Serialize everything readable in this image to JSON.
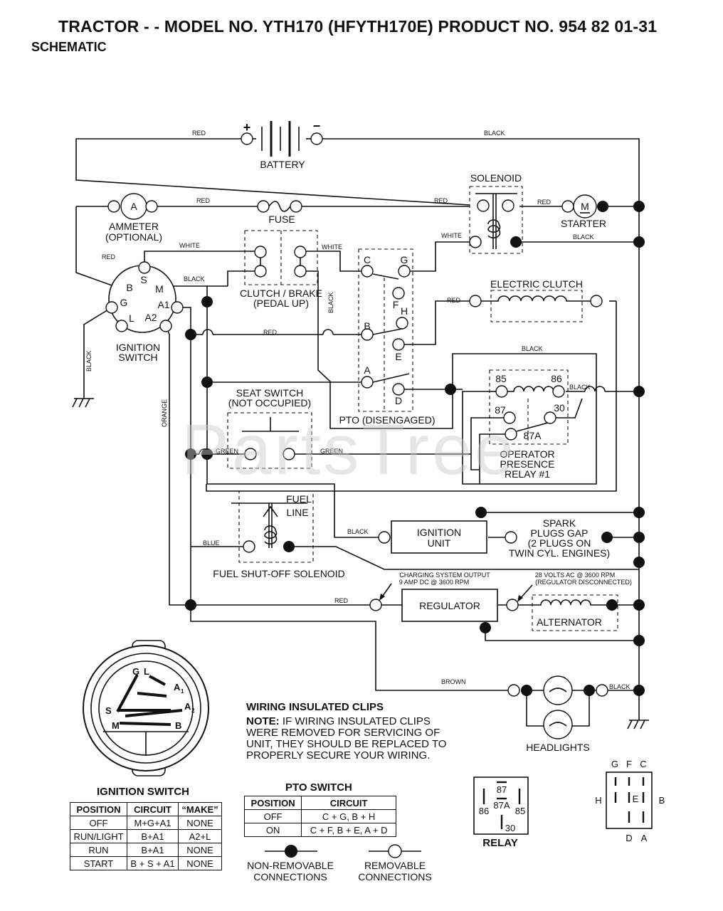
{
  "header": {
    "title": "TRACTOR - - MODEL NO. YTH170 (HFYTH170E) PRODUCT NO. 954 82 01-31",
    "subtitle": "SCHEMATIC"
  },
  "watermark": "PartsTree",
  "components": {
    "battery": "BATTERY",
    "battery_pos": "+",
    "battery_neg": "−",
    "solenoid": "SOLENOID",
    "ammeter_1": "AMMETER",
    "ammeter_2": "(OPTIONAL)",
    "ammeter_letter": "A",
    "fuse": "FUSE",
    "starter": "STARTER",
    "starter_letter": "M",
    "clutch_brake_1": "CLUTCH / BRAKE",
    "clutch_brake_2": "(PEDAL UP)",
    "electric_clutch": "ELECTRIC CLUTCH",
    "ignition_switch_1": "IGNITION",
    "ignition_switch_2": "SWITCH",
    "seat_switch_1": "SEAT SWITCH",
    "seat_switch_2": "(NOT OCCUPIED)",
    "pto": "PTO (DISENGAGED)",
    "relay_1": "OPERATOR",
    "relay_2": "PRESENCE",
    "relay_3": "RELAY #1",
    "fuel_1": "FUEL",
    "fuel_2": "LINE",
    "fuel_solenoid": "FUEL SHUT-OFF SOLENOID",
    "ignition_unit_1": "IGNITION",
    "ignition_unit_2": "UNIT",
    "spark_1": "SPARK",
    "spark_2": "PLUGS GAP",
    "spark_3": "(2 PLUGS ON",
    "spark_4": "TWIN CYL. ENGINES)",
    "charging_1": "CHARGING SYSTEM OUTPUT",
    "charging_2": "9 AMP DC @ 3600 RPM",
    "volts_1": "28 VOLTS AC @ 3600 RPM",
    "volts_2": "(REGULATOR DISCONNECTED)",
    "regulator": "REGULATOR",
    "alternator": "ALTERNATOR",
    "headlights": "HEADLIGHTS"
  },
  "terminals": {
    "ign": [
      "S",
      "B",
      "M",
      "G",
      "A1",
      "L",
      "A2"
    ],
    "pto": [
      "C",
      "G",
      "F",
      "H",
      "B",
      "E",
      "A",
      "D"
    ],
    "relay": [
      "85",
      "86",
      "87",
      "30",
      "87A"
    ]
  },
  "wires": {
    "red": "RED",
    "black": "BLACK",
    "white": "WHITE",
    "orange": "ORANGE",
    "green": "GREEN",
    "blue": "BLUE",
    "brown": "BROWN"
  },
  "ignition_switch_face": {
    "caption": "IGNITION SWITCH",
    "letters": [
      "G",
      "L",
      "A",
      "1",
      "S",
      "A",
      "2",
      "M",
      "B"
    ]
  },
  "ignition_table": {
    "headers": [
      "POSITION",
      "CIRCUIT",
      "“MAKE”"
    ],
    "rows": [
      [
        "OFF",
        "M+G+A1",
        "NONE"
      ],
      [
        "RUN/LIGHT",
        "B+A1",
        "A2+L"
      ],
      [
        "RUN",
        "B+A1",
        "NONE"
      ],
      [
        "START",
        "B + S + A1",
        "NONE"
      ]
    ]
  },
  "pto_table": {
    "caption": "PTO SWITCH",
    "headers": [
      "POSITION",
      "CIRCUIT"
    ],
    "rows": [
      [
        "OFF",
        "C + G, B + H"
      ],
      [
        "ON",
        "C + F, B + E, A + D"
      ]
    ]
  },
  "note": {
    "heading": "WIRING INSULATED CLIPS",
    "label": "NOTE:",
    "text": " IF WIRING INSULATED CLIPS WERE REMOVED FOR SERVICING OF UNIT, THEY SHOULD BE REPLACED TO PROPERLY SECURE YOUR WIRING."
  },
  "legend": {
    "non_removable_1": "NON-REMOVABLE",
    "non_removable_2": "CONNECTIONS",
    "removable_1": "REMOVABLE",
    "removable_2": "CONNECTIONS"
  },
  "relay_diagram": {
    "caption": "RELAY",
    "pins": [
      "87",
      "87A",
      "86",
      "85",
      "30"
    ]
  },
  "pto_diagram": {
    "top": [
      "G",
      "F",
      "C"
    ],
    "left": "H",
    "right": "B",
    "mid": "E",
    "bottom": [
      "D",
      "A"
    ]
  }
}
